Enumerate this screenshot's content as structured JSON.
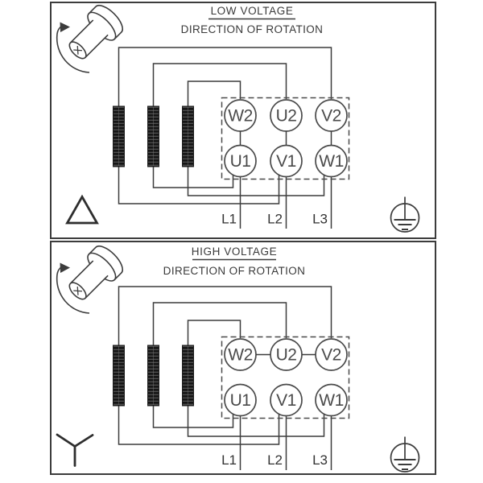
{
  "diagram": {
    "type": "motor-terminal-wiring",
    "colors": {
      "line": "#3c3c3c",
      "text": "#3a3a3a",
      "coil": "#161616",
      "background": "#ffffff"
    }
  },
  "panels": [
    {
      "id": "low-voltage",
      "title": "LOW VOLTAGE",
      "subtitle": "DIRECTION OF ROTATION",
      "connection": "delta",
      "corner_symbol": "delta-triangle",
      "terminals_top": [
        "W2",
        "U2",
        "V2"
      ],
      "terminals_bottom": [
        "U1",
        "V1",
        "W1"
      ],
      "terminal_links": [
        "W2-U1",
        "U2-V1",
        "V2-W1"
      ],
      "leads": [
        "L1",
        "L2",
        "L3"
      ],
      "icons": [
        "motor-rotation",
        "earth-ground"
      ]
    },
    {
      "id": "high-voltage",
      "title": "HIGH VOLTAGE",
      "subtitle": "DIRECTION OF ROTATION",
      "connection": "star",
      "corner_symbol": "star-wye",
      "terminals_top": [
        "W2",
        "U2",
        "V2"
      ],
      "terminals_bottom": [
        "U1",
        "V1",
        "W1"
      ],
      "terminal_links": [
        "W2-U2",
        "U2-V2"
      ],
      "leads": [
        "L1",
        "L2",
        "L3"
      ],
      "icons": [
        "motor-rotation",
        "earth-ground"
      ]
    }
  ]
}
